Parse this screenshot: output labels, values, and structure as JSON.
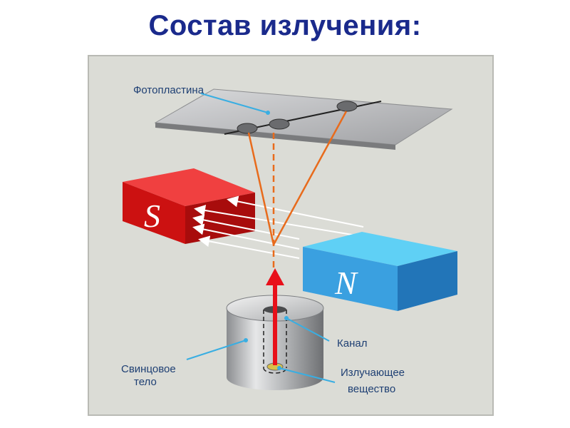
{
  "title": "Состав излучения:",
  "diagram": {
    "labels": {
      "photoplate": "Фотопластина",
      "channel": "Канал",
      "lead_body_line1": "Свинцовое",
      "lead_body_line2": "тело",
      "substance_line1": "Излучающее",
      "substance_line2": "вещество"
    },
    "magnets": {
      "south": {
        "letter": "S",
        "color": "#cc1111"
      },
      "north": {
        "letter": "N",
        "color": "#2e8fd6"
      }
    },
    "colors": {
      "background": "#dbdcd6",
      "beam": "#e86b1c",
      "arrow": "#e8101a",
      "callout": "#39aee2",
      "plate": "#bfc0c2"
    }
  }
}
